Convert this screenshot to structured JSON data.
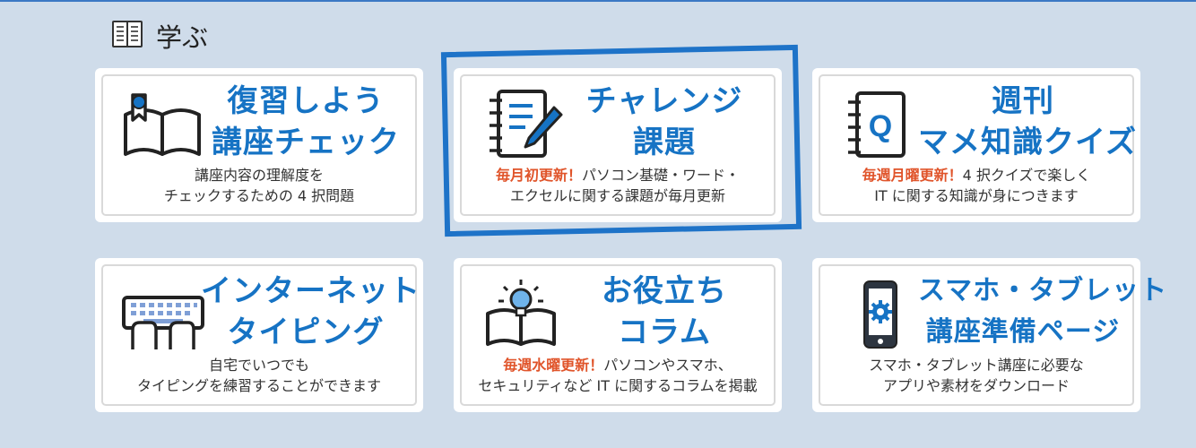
{
  "section": {
    "title": "学ぶ",
    "icon": "book-icon"
  },
  "cards": [
    {
      "title_line1": "復習しよう",
      "title_line2": "講座チェック",
      "highlight": "",
      "desc_line1": "講座内容の理解度を",
      "desc_line2": "チェックするための 4 択問題",
      "icon": "open-book-ribbon-icon"
    },
    {
      "title_line1": "チャレンジ",
      "title_line2": "課題",
      "highlight": "毎月初更新！",
      "desc_line1": "パソコン基礎・ワード・",
      "desc_line2": "エクセルに関する課題が毎月更新",
      "icon": "notebook-pen-icon"
    },
    {
      "title_line1": "週刊",
      "title_line2": "マメ知識クイズ",
      "highlight": "毎週月曜更新！",
      "desc_line1": "4 択クイズで楽しく",
      "desc_line2": "IT に関する知識が身につきます",
      "icon": "quiz-notebook-icon"
    },
    {
      "title_line1": "インターネット",
      "title_line2": "タイピング",
      "highlight": "",
      "desc_line1": "自宅でいつでも",
      "desc_line2": "タイピングを練習することができます",
      "icon": "keyboard-hands-icon"
    },
    {
      "title_line1": "お役立ち",
      "title_line2": "コラム",
      "highlight": "毎週水曜更新！",
      "desc_line1": "パソコンやスマホ、",
      "desc_line2": "セキュリティなど IT に関するコラムを掲載",
      "icon": "lightbulb-book-icon"
    },
    {
      "title_line1": "スマホ・タブレット",
      "title_line2": "講座準備ページ",
      "highlight": "",
      "desc_line1": "スマホ・タブレット講座に必要な",
      "desc_line2": "アプリや素材をダウンロード",
      "icon": "smartphone-gear-icon"
    }
  ],
  "colors": {
    "accent": "#1673c4",
    "highlight_text": "#e0542a",
    "background": "#cfdcea",
    "selection_frame": "#1e73c8"
  }
}
